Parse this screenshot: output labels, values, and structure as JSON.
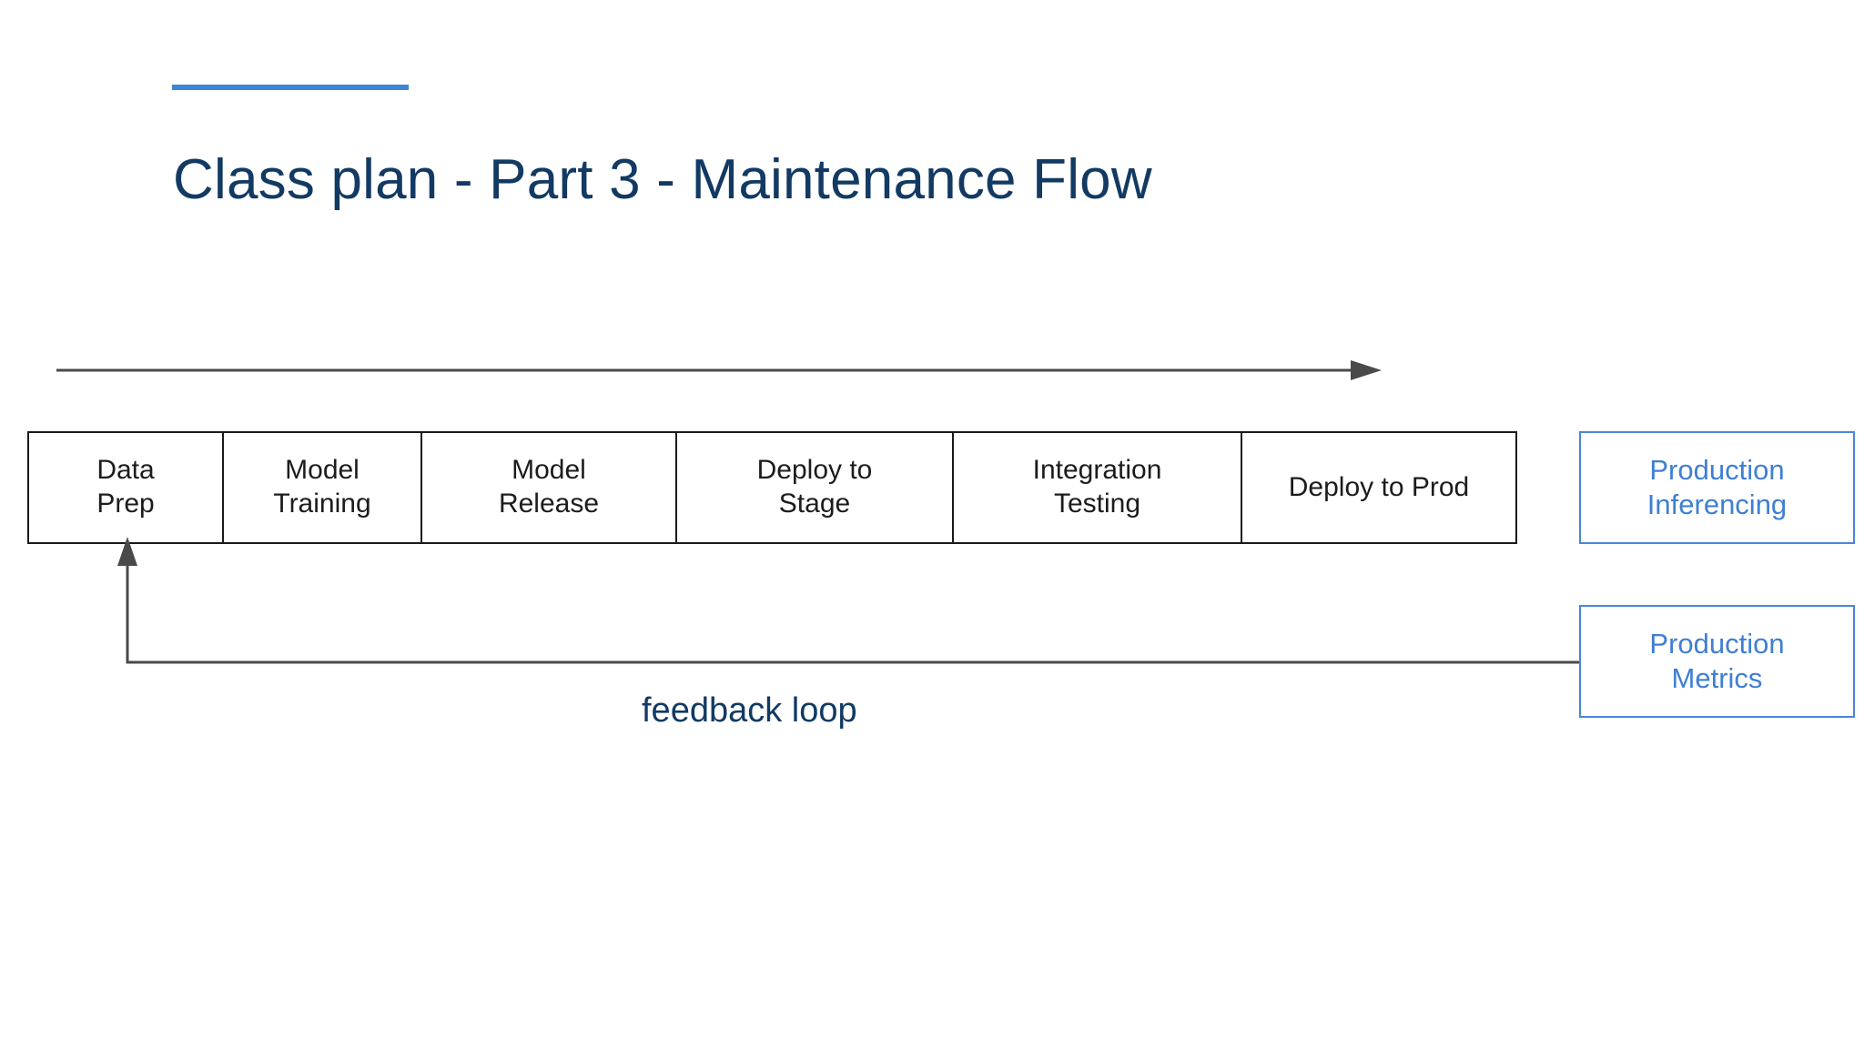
{
  "slide": {
    "title": "Class plan - Part 3 - Maintenance Flow",
    "accent_color": "#3d85d8",
    "title_color": "#123a63",
    "background": "#ffffff"
  },
  "flow": {
    "direction_arrow_name": "left-to-right-arrow",
    "arrow_color": "#4a4a4a",
    "stages": [
      {
        "id": "data-prep",
        "label": "Data\nPrep"
      },
      {
        "id": "model-training",
        "label": "Model\nTraining"
      },
      {
        "id": "model-release",
        "label": "Model\nRelease"
      },
      {
        "id": "deploy-stage",
        "label": "Deploy to\nStage"
      },
      {
        "id": "integration-testing",
        "label": "Integration\nTesting"
      },
      {
        "id": "deploy-prod",
        "label": "Deploy to Prod"
      }
    ],
    "stage_border_color": "#1a1a1a",
    "stage_text_color": "#1c1c1c"
  },
  "side_boxes": [
    {
      "id": "production-inferencing",
      "label": "Production\nInferencing",
      "color": "#3f7fd4",
      "border": "#4a86d9"
    },
    {
      "id": "production-metrics",
      "label": "Production\nMetrics",
      "color": "#3f7fd4",
      "border": "#4a86d9"
    }
  ],
  "feedback": {
    "label": "feedback loop",
    "label_color": "#123a63",
    "line_color": "#4a4a4a",
    "arrow_name": "feedback-loop-arrow"
  }
}
